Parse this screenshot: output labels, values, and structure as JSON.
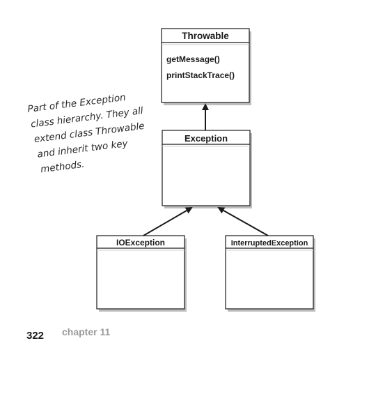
{
  "classes": {
    "throwable": {
      "name": "Throwable",
      "methods": [
        "getMessage()",
        "printStackTrace()"
      ]
    },
    "exception": {
      "name": "Exception"
    },
    "ioexception": {
      "name": "IOException"
    },
    "interrupted": {
      "name": "InterruptedException"
    }
  },
  "note": {
    "lines": [
      "Part of the Exception",
      "class hierarchy. They all",
      "extend class Throwable",
      "and inherit two key",
      "methods."
    ]
  },
  "footer": {
    "page_number": "322",
    "chapter": "chapter 11"
  }
}
